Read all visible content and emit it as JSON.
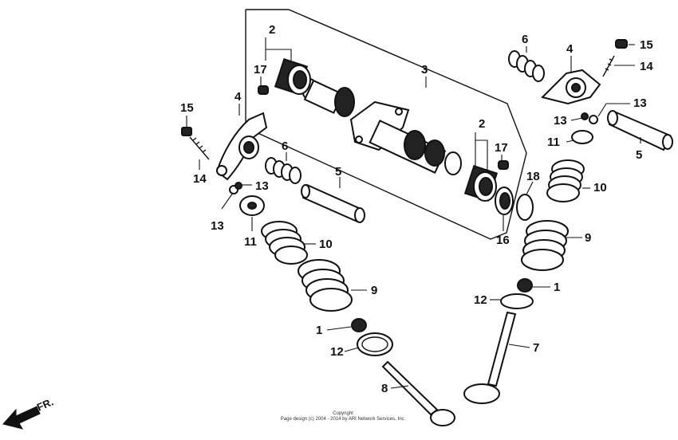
{
  "callouts": {
    "c2a": "2",
    "c17a": "17",
    "c3": "3",
    "c2b": "2",
    "c17b": "17",
    "c6a": "6",
    "c4a": "4",
    "c15a": "15",
    "c14a": "14",
    "c13a": "13",
    "c5a": "5",
    "c11a": "11",
    "c15b": "15",
    "c4b": "4",
    "c6b": "6",
    "c14b": "14",
    "c13b": "13",
    "c13c": "13",
    "c11b": "11",
    "c13d": "13",
    "c5b": "5",
    "c18": "18",
    "c10a": "10",
    "c16": "16",
    "c10b": "10",
    "c9a": "9",
    "c9b": "9",
    "c1a": "1",
    "c12a": "12",
    "c1b": "1",
    "c12b": "12",
    "c7": "7",
    "c8": "8"
  },
  "direction_label": "FR.",
  "copyright": {
    "line1": "Copyright",
    "line2": "Page design (c) 2004 - 2014 by ARI Network Services, Inc."
  }
}
